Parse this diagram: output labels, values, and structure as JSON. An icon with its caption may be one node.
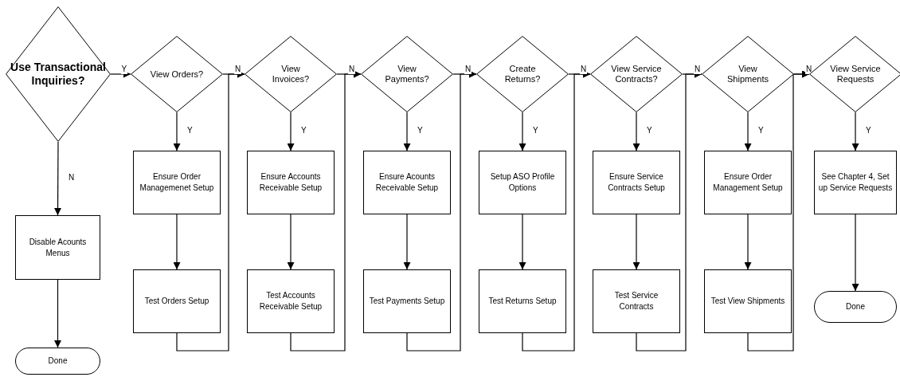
{
  "diagram": {
    "nodes": [
      {
        "text": [
          "Use Transactional Inquiries?"
        ]
      },
      {
        "text": [
          "Disable Acounts Menus"
        ]
      },
      {
        "text": [
          "Done"
        ]
      },
      {
        "text": [
          "View Orders?"
        ]
      },
      {
        "text": [
          "Ensure Order Managemenet Setup"
        ]
      },
      {
        "text": [
          "Test Orders Setup"
        ]
      },
      {
        "text": [
          "View Invoices?"
        ]
      },
      {
        "text": [
          "Ensure Accounts Receivable Setup"
        ]
      },
      {
        "text": [
          "Test Accounts Receivable Setup"
        ]
      },
      {
        "text": [
          "View Payments?"
        ]
      },
      {
        "text": [
          "Ensure Acounts Receivable Setup"
        ]
      },
      {
        "text": [
          "Test Payments Setup"
        ]
      },
      {
        "text": [
          "Create Returns?"
        ]
      },
      {
        "text": [
          "Setup ASO Profile Options"
        ]
      },
      {
        "text": [
          "Test Returns Setup"
        ]
      },
      {
        "text": [
          "View Service Contracts?"
        ]
      },
      {
        "text": [
          "Ensure Service Contracts Setup"
        ]
      },
      {
        "text": [
          "Test Service Contracts"
        ]
      },
      {
        "text": [
          "View Shipments"
        ]
      },
      {
        "text": [
          "Ensure Order Management Setup"
        ]
      },
      {
        "text": [
          "Test View Shipments"
        ]
      },
      {
        "text": [
          "View Service Requests"
        ]
      },
      {
        "text": [
          "See Chapter 4, Set up Service Requests"
        ]
      },
      {
        "text": [
          "Done"
        ]
      }
    ],
    "edges": [
      {
        "from": 0,
        "to": 3,
        "arrow": "to",
        "label": "Y"
      },
      {
        "from": 0,
        "to": 1,
        "arrow": "to",
        "label": "N"
      },
      {
        "from": 1,
        "to": 2,
        "arrow": "to"
      },
      {
        "from": 3,
        "to": 4,
        "arrow": "to",
        "label": "Y"
      },
      {
        "from": 4,
        "to": 5,
        "arrow": "to"
      },
      {
        "from": 3,
        "to": 6,
        "arrow": "to",
        "label": "N"
      },
      {
        "from": 5,
        "to": 6,
        "arrow": "to"
      },
      {
        "from": 6,
        "to": 7,
        "arrow": "to",
        "label": "Y"
      },
      {
        "from": 7,
        "to": 8,
        "arrow": "to"
      },
      {
        "from": 6,
        "to": 9,
        "arrow": "to",
        "label": "N"
      },
      {
        "from": 8,
        "to": 9,
        "arrow": "to"
      },
      {
        "from": 9,
        "to": 10,
        "arrow": "to",
        "label": "Y"
      },
      {
        "from": 10,
        "to": 11,
        "arrow": "to"
      },
      {
        "from": 9,
        "to": 12,
        "arrow": "to",
        "label": "N"
      },
      {
        "from": 11,
        "to": 12,
        "arrow": "to"
      },
      {
        "from": 12,
        "to": 13,
        "arrow": "to",
        "label": "Y"
      },
      {
        "from": 13,
        "to": 14,
        "arrow": "to"
      },
      {
        "from": 12,
        "to": 15,
        "arrow": "to",
        "label": "N"
      },
      {
        "from": 14,
        "to": 15,
        "arrow": "to"
      },
      {
        "from": 15,
        "to": 16,
        "arrow": "to",
        "label": "Y"
      },
      {
        "from": 16,
        "to": 17,
        "arrow": "to"
      },
      {
        "from": 15,
        "to": 18,
        "arrow": "to",
        "label": "N"
      },
      {
        "from": 17,
        "to": 18,
        "arrow": "to"
      },
      {
        "from": 18,
        "to": 19,
        "arrow": "to",
        "label": "Y"
      },
      {
        "from": 19,
        "to": 20,
        "arrow": "to"
      },
      {
        "from": 18,
        "to": 21,
        "arrow": "to",
        "label": "N"
      },
      {
        "from": 20,
        "to": 21,
        "arrow": "to"
      },
      {
        "from": 21,
        "to": 22,
        "arrow": "to",
        "label": "Y"
      },
      {
        "from": 22,
        "to": 23,
        "arrow": "to"
      }
    ]
  }
}
